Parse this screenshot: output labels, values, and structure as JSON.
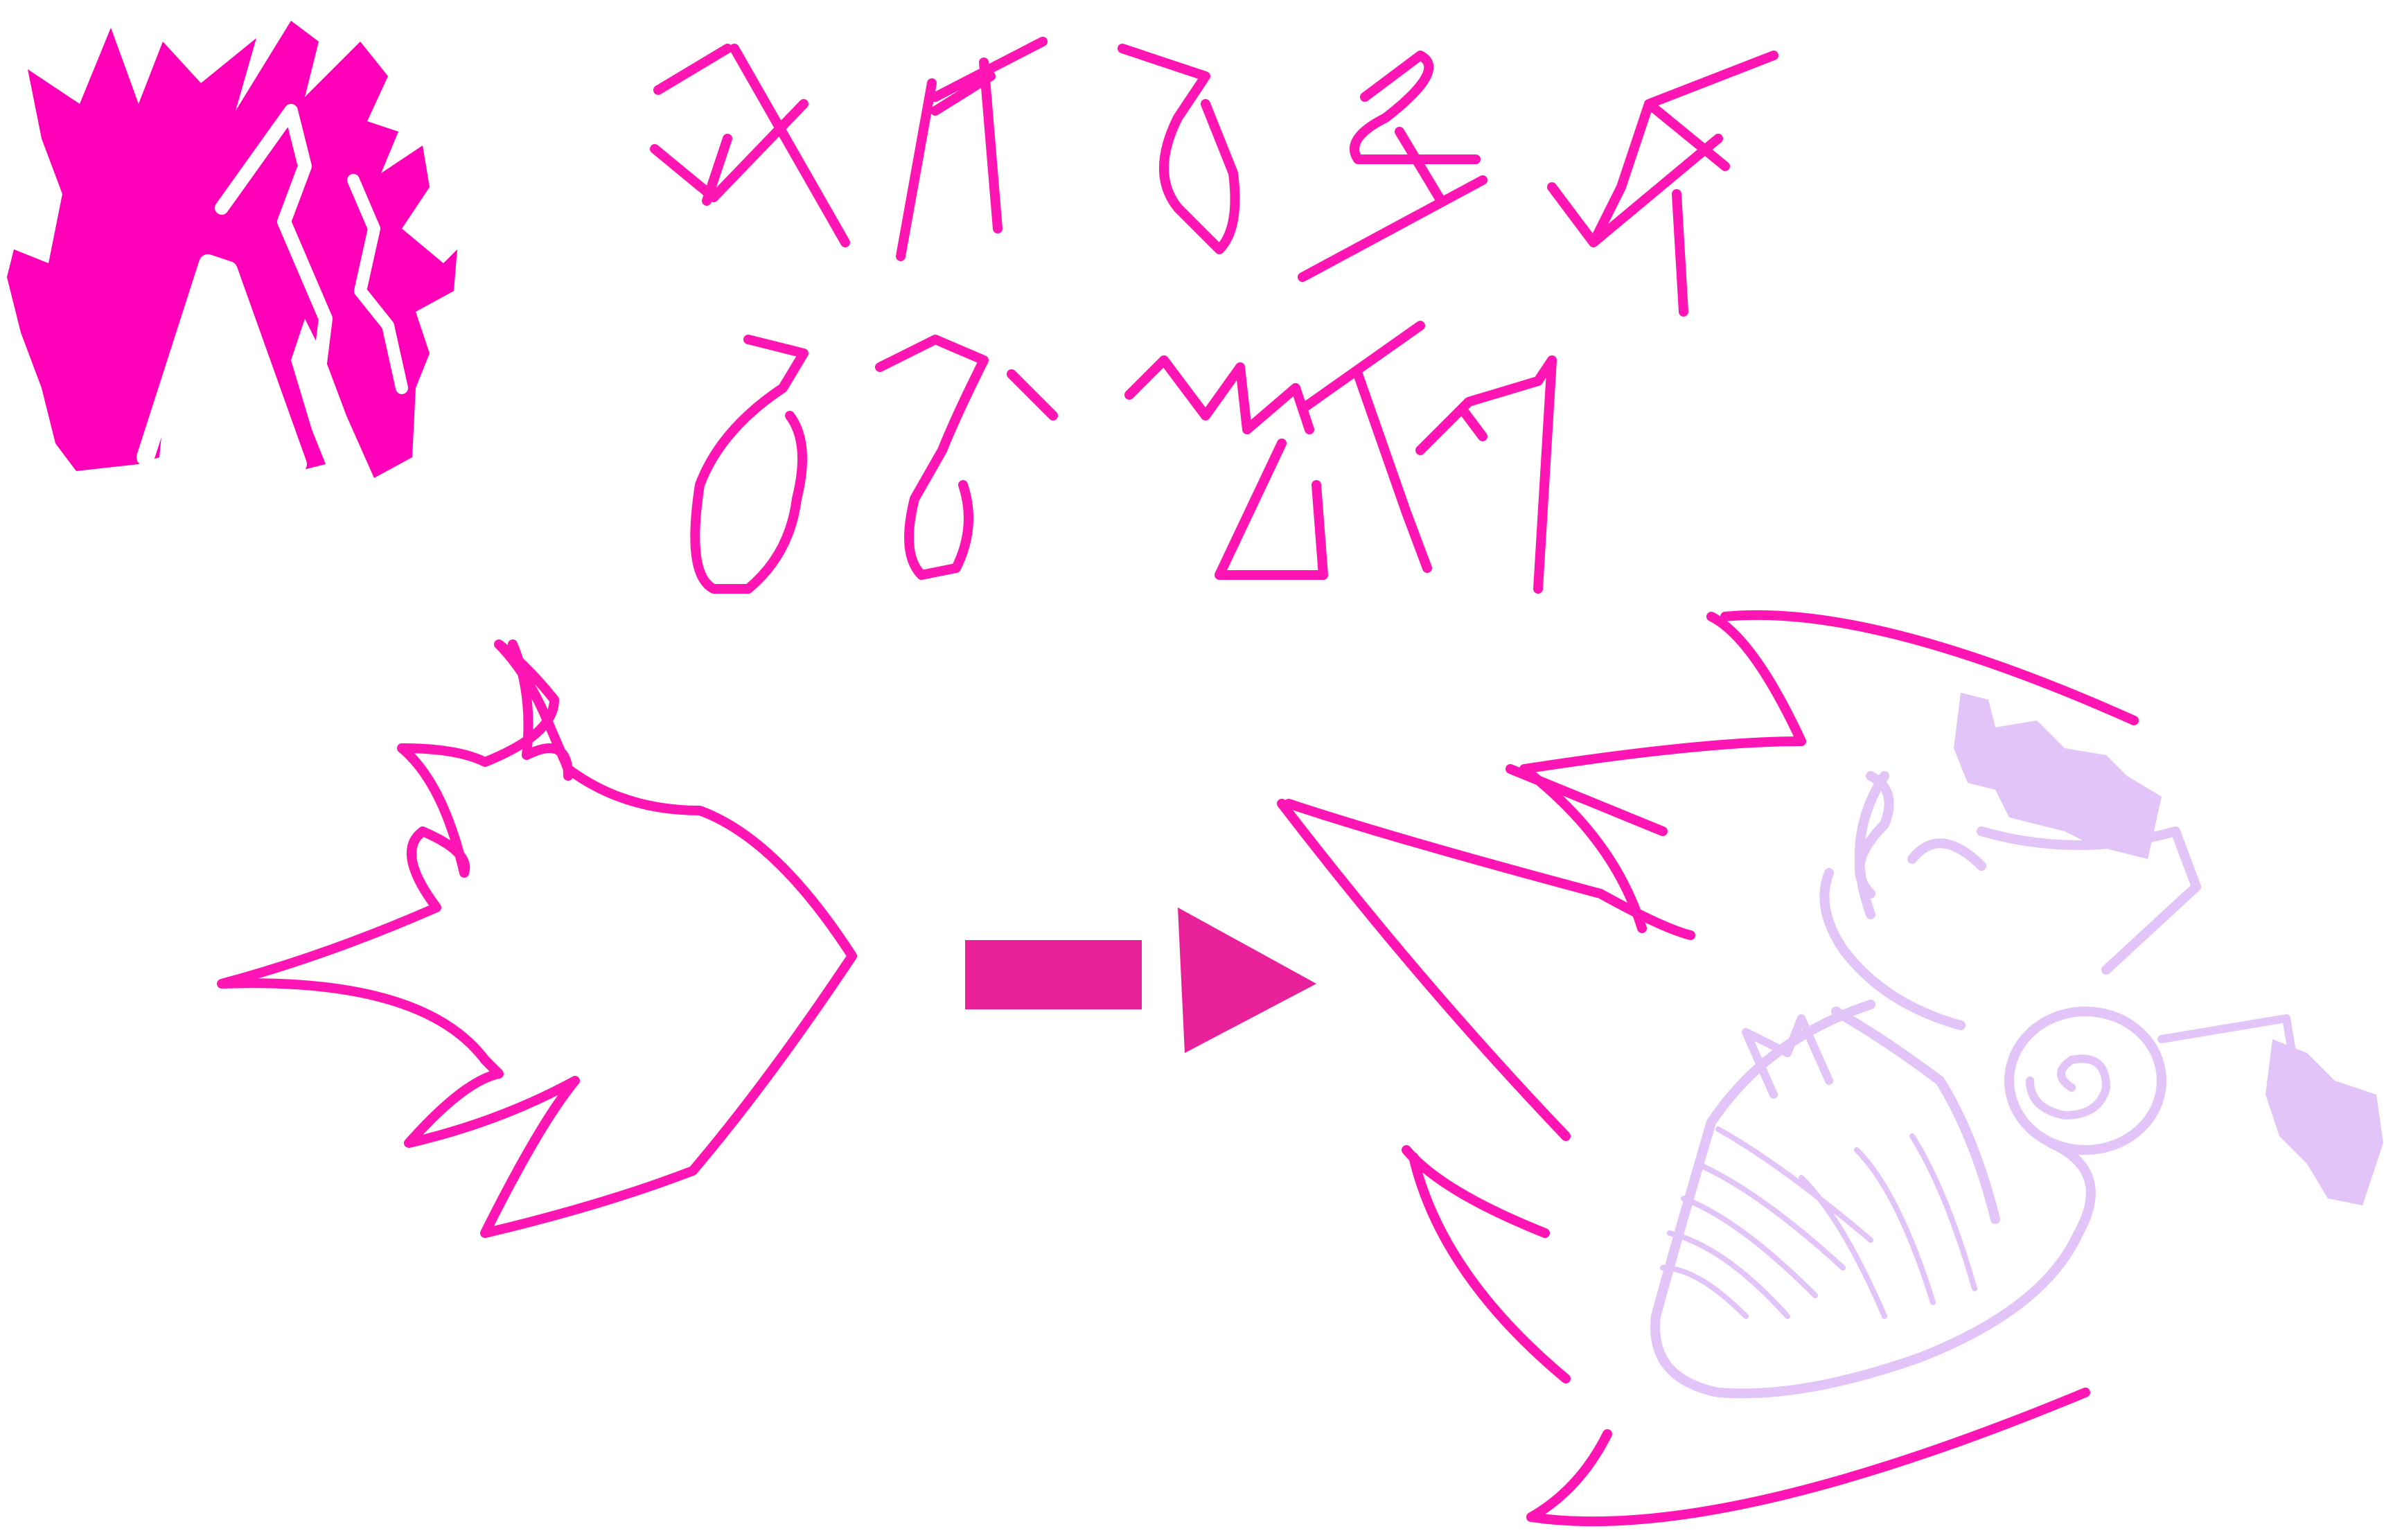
{
  "canvas": {
    "background": "#ffffff"
  },
  "colors": {
    "magenta": "#ff14b4",
    "magenta_fill": "#ff00b8",
    "arrow_pink": "#e8209a",
    "lavender": "#e2c4f8"
  },
  "sketch": {
    "logo": {
      "name": "spiky-crown-emblem-icon"
    },
    "script_line_1": {
      "name": "glyph-script-line-1",
      "glyph_count": 5
    },
    "script_line_2": {
      "name": "glyph-script-line-2",
      "glyph_count": 4
    },
    "left_figure": {
      "name": "flame-arrow-outline-icon"
    },
    "transition_arrow": {
      "name": "right-arrow-icon"
    },
    "right_figure": {
      "name": "flame-jaws-outline-icon"
    },
    "creature": {
      "name": "lavender-bug-creature-icon"
    }
  }
}
